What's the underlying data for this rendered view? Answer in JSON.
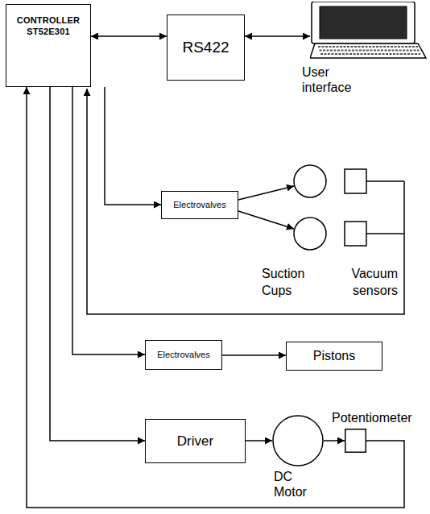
{
  "diagram": {
    "nodes": [
      {
        "text": [
          "CONTROLLER ST52E301"
        ]
      },
      {
        "text": [
          "RS422"
        ]
      },
      {
        "text": [
          "User interface"
        ]
      },
      {
        "text": [
          "Electrovalves"
        ]
      },
      {
        "text": [
          "Electrovalves"
        ]
      },
      {
        "text": [
          "Pistons"
        ]
      },
      {
        "text": [
          "Driver"
        ]
      },
      {
        "text": [
          "DC Motor"
        ]
      },
      {
        "text": [
          "Potentiometer"
        ]
      }
    ],
    "edges": [
      {
        "from": 0,
        "to": 1,
        "arrow": "both"
      },
      {
        "from": 1,
        "to": 2,
        "arrow": "both"
      },
      {
        "from": 0,
        "to": 3,
        "arrow": "to"
      },
      {
        "from": 0,
        "to": 4,
        "arrow": "to"
      },
      {
        "from": 0,
        "to": 6,
        "arrow": "to"
      },
      {
        "from": 6,
        "to": 7,
        "arrow": "to"
      },
      {
        "from": 7,
        "to": 8,
        "arrow": "to"
      },
      {
        "from": 8,
        "to": 0,
        "arrow": "to"
      },
      {
        "from": 4,
        "to": 5,
        "arrow": "to"
      }
    ],
    "labels": [
      "Suction Cups",
      "Vacuum sensors"
    ]
  }
}
